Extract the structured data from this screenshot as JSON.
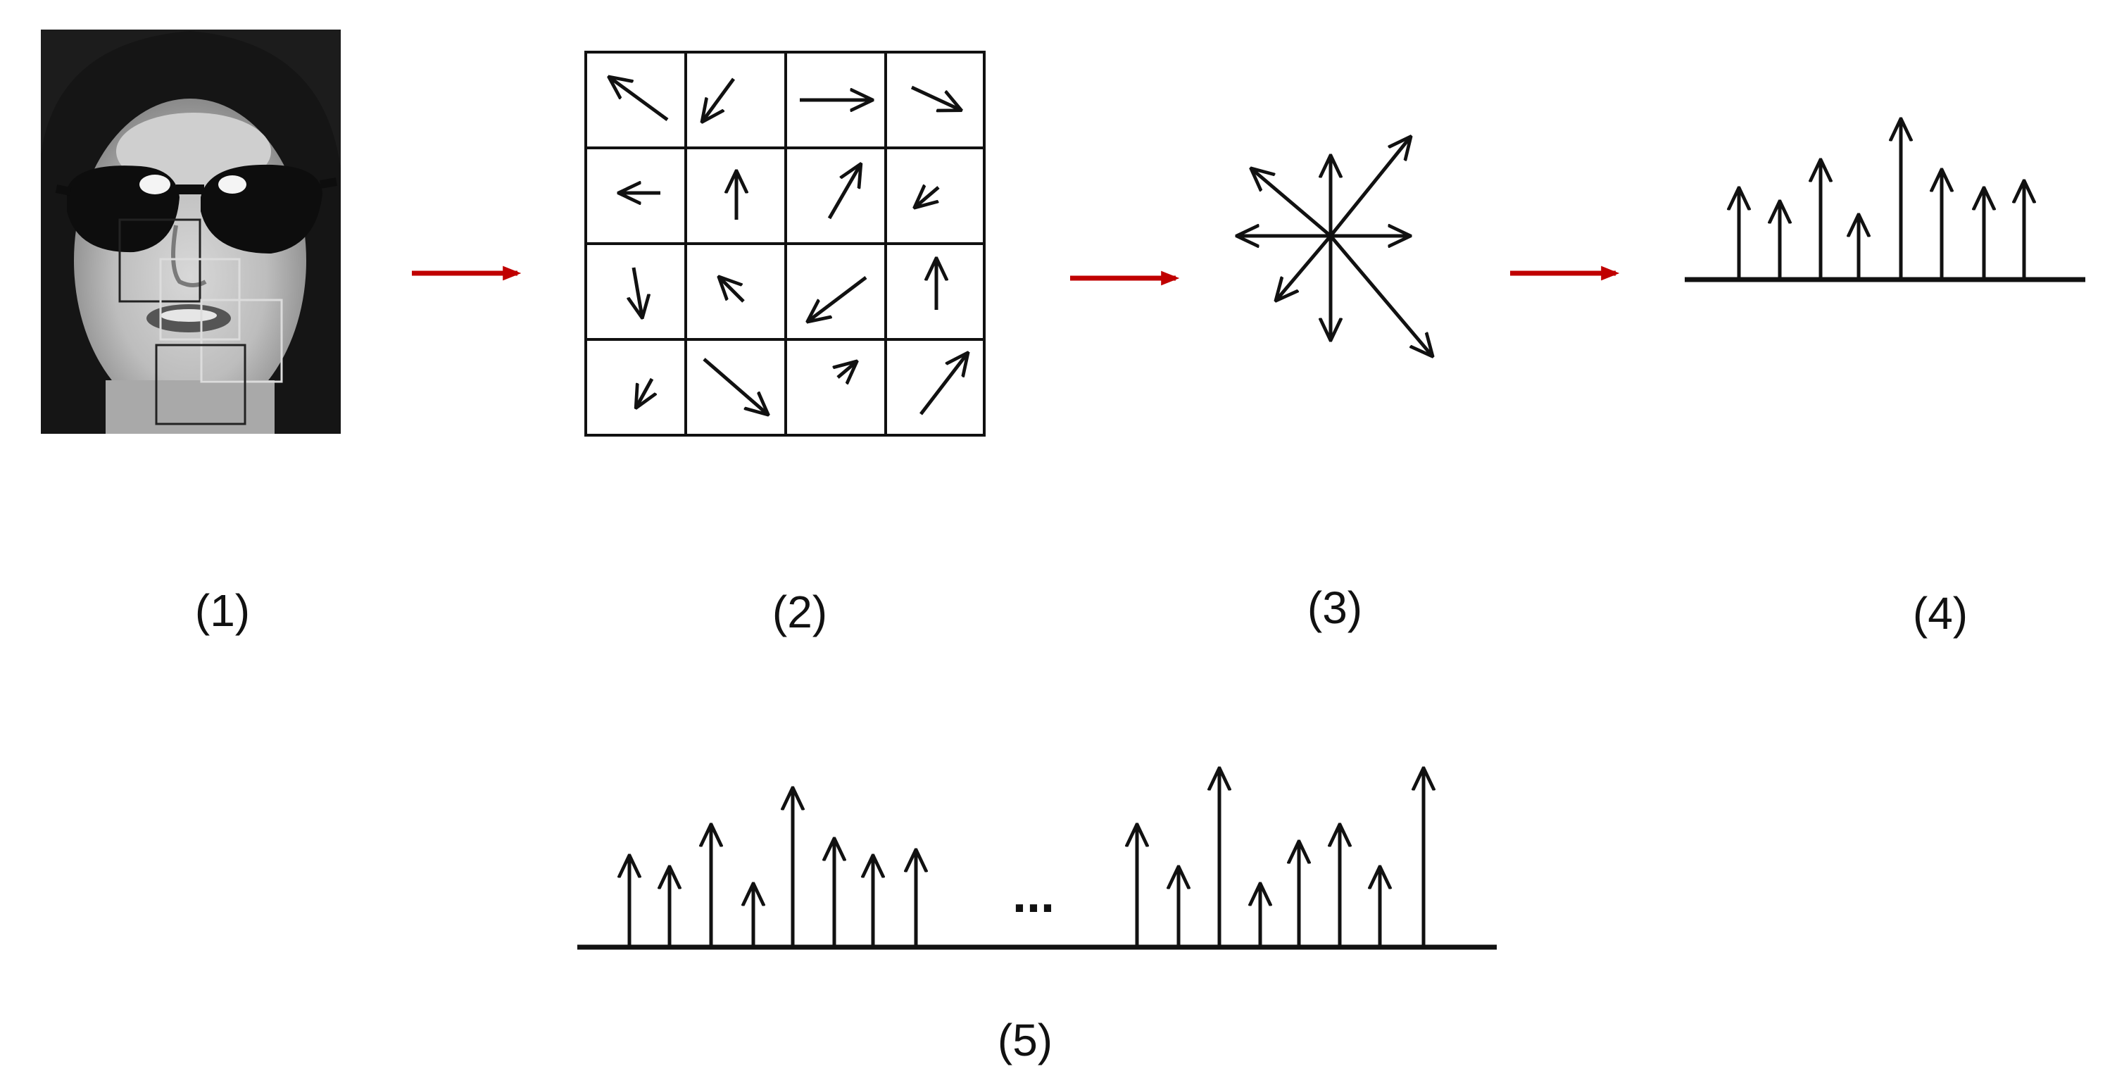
{
  "labels": {
    "step1": "(1)",
    "step2": "(2)",
    "step3": "(3)",
    "step4": "(4)",
    "step5": "(5)"
  },
  "ellipsis": "...",
  "colors": {
    "flow_arrow": "#c00000",
    "ink": "#111111",
    "face_bg": "#2a2a2a"
  },
  "icons": {
    "face_photo": "face-with-sunglasses-photo",
    "grid_arrows": "gradient-arrow-icon",
    "flow_arrows": "red-arrow-right-icon"
  }
}
